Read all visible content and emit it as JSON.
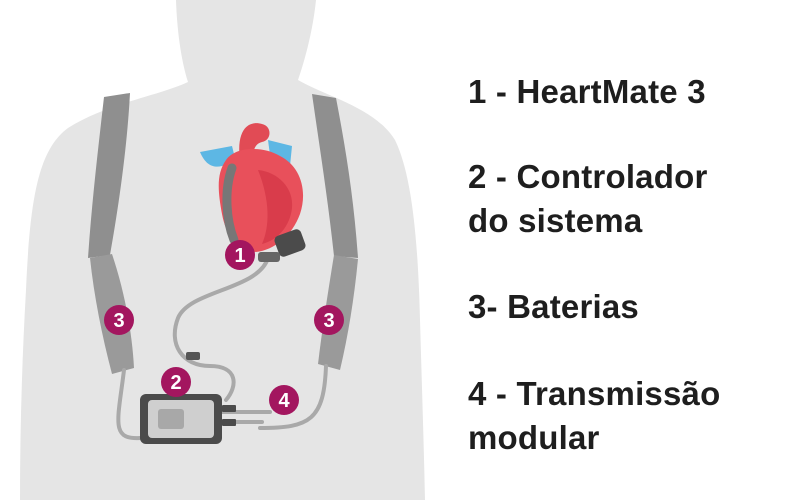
{
  "colors": {
    "silhouette": "#e5e5e5",
    "strap": "#8f8f8f",
    "cable": "#a9a9a9",
    "marker": "#a3165f",
    "heart_red": "#e8505b",
    "heart_dark": "#c9283c",
    "vessel_blue": "#5db7e4",
    "device_dark": "#4b4b4b",
    "text": "#1e1e1e"
  },
  "markers": {
    "pump": "1",
    "controller": "2",
    "battery_left": "3",
    "battery_right": "3",
    "modular_cable": "4"
  },
  "legend": {
    "item1": {
      "line1": "1 - HeartMate 3"
    },
    "item2": {
      "line1": "2 - Controlador",
      "line2": "do sistema"
    },
    "item3": {
      "line1": "3- Baterias"
    },
    "item4": {
      "line1": "4 - Transmissão",
      "line2": "modular"
    }
  }
}
